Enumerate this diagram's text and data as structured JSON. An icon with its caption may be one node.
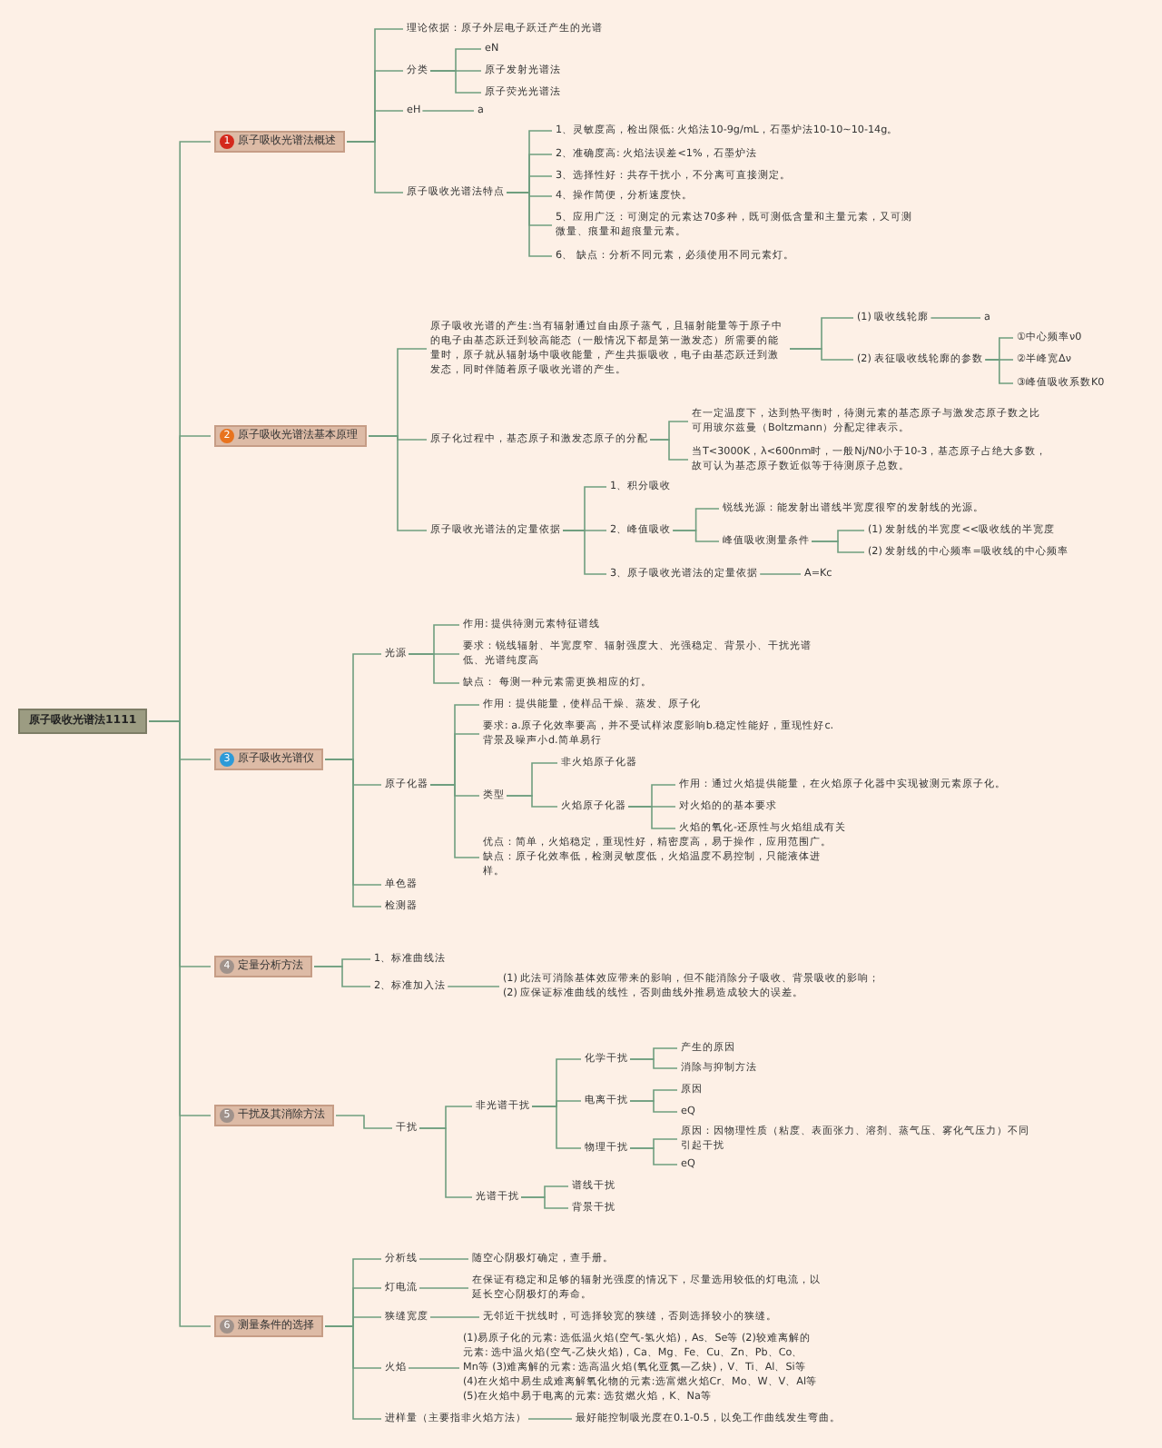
{
  "diagram": {
    "nodes": [
      {
        "text": [
          "原子吸收光谱法1111"
        ]
      },
      {
        "text": [
          "1",
          "原子吸收光谱法概述"
        ]
      },
      {
        "text": [
          "理论依据：原子外层电子跃迁产生的光谱"
        ]
      },
      {
        "text": [
          "分类"
        ]
      },
      {
        "text": [
          "eN"
        ]
      },
      {
        "text": [
          "原子发射光谱法"
        ]
      },
      {
        "text": [
          "原子荧光光谱法"
        ]
      },
      {
        "text": [
          "eH"
        ]
      },
      {
        "text": [
          "a"
        ]
      },
      {
        "text": [
          "原子吸收光谱法特点"
        ]
      },
      {
        "text": [
          "1、灵敏度高，检出限低: 火焰法10-9g/mL，石墨炉法10-10~10-14g。"
        ]
      },
      {
        "text": [
          "2、准确度高: 火焰法误差<1%，石墨炉法"
        ]
      },
      {
        "text": [
          "3、选择性好：共存干扰小，不分离可直接测定。"
        ]
      },
      {
        "text": [
          "4、操作简便，分析速度快。"
        ]
      },
      {
        "text": [
          "5、应用广泛：可测定的元素达70多种，既可测低含量和主量元素，又可测微量、痕量和超痕量元素。"
        ]
      },
      {
        "text": [
          "6、 缺点：分析不同元素，必须使用不同元素灯。"
        ]
      },
      {
        "text": [
          "2",
          "原子吸收光谱法基本原理"
        ]
      },
      {
        "text": [
          "原子吸收光谱的产生:当有辐射通过自由原子蒸气，且辐射能量等于原子中的电子由基态跃迁到较高能态（一般情况下都是第一激发态）所需要的能量时，原子就从辐射场中吸收能量，产生共振吸收，电子由基态跃迁到激发态，同时伴随着原子吸收光谱的产生。"
        ]
      },
      {
        "text": [
          "(1) 吸收线轮廓"
        ]
      },
      {
        "text": [
          "a"
        ]
      },
      {
        "text": [
          "(2) 表征吸收线轮廓的参数"
        ]
      },
      {
        "text": [
          "①中心频率ν0"
        ]
      },
      {
        "text": [
          "②半峰宽Δν"
        ]
      },
      {
        "text": [
          "③峰值吸收系数K0"
        ]
      },
      {
        "text": [
          "原子化过程中，基态原子和激发态原子的分配"
        ]
      },
      {
        "text": [
          "在一定温度下，达到热平衡时，待测元素的基态原子与激发态原子数之比可用玻尔兹曼（Boltzmann）分配定律表示。"
        ]
      },
      {
        "text": [
          "当T<3000K，λ<600nm时，一般Nj/N0小于10-3，基态原子占绝大多数，故可认为基态原子数近似等于待测原子总数。"
        ]
      },
      {
        "text": [
          "原子吸收光谱法的定量依据"
        ]
      },
      {
        "text": [
          "1、积分吸收"
        ]
      },
      {
        "text": [
          "2、峰值吸收"
        ]
      },
      {
        "text": [
          "锐线光源：能发射出谱线半宽度很窄的发射线的光源。"
        ]
      },
      {
        "text": [
          "峰值吸收测量条件"
        ]
      },
      {
        "text": [
          "(1) 发射线的半宽度<<吸收线的半宽度"
        ]
      },
      {
        "text": [
          "(2) 发射线的中心频率=吸收线的中心频率"
        ]
      },
      {
        "text": [
          "3、原子吸收光谱法的定量依据"
        ]
      },
      {
        "text": [
          "A=Kc"
        ]
      },
      {
        "text": [
          "3",
          "原子吸收光谱仪"
        ]
      },
      {
        "text": [
          "光源"
        ]
      },
      {
        "text": [
          "作用: 提供待测元素特征谱线"
        ]
      },
      {
        "text": [
          "要求：锐线辐射、半宽度窄、辐射强度大、光强稳定、背景小、干扰光谱低、光谱纯度高"
        ]
      },
      {
        "text": [
          "缺点： 每测一种元素需更换相应的灯。"
        ]
      },
      {
        "text": [
          "原子化器"
        ]
      },
      {
        "text": [
          "作用：提供能量，使样品干燥、蒸发、原子化"
        ]
      },
      {
        "text": [
          "要求: a.原子化效率要高，并不受试样浓度影响b.稳定性能好，重现性好c.背景及噪声小d.简单易行"
        ]
      },
      {
        "text": [
          "类型"
        ]
      },
      {
        "text": [
          "非火焰原子化器"
        ]
      },
      {
        "text": [
          "火焰原子化器"
        ]
      },
      {
        "text": [
          "作用：通过火焰提供能量，在火焰原子化器中实现被测元素原子化。"
        ]
      },
      {
        "text": [
          "对火焰的的基本要求"
        ]
      },
      {
        "text": [
          "火焰的氧化-还原性与火焰组成有关"
        ]
      },
      {
        "text": [
          "优点：简单，火焰稳定，重现性好，精密度高，易于操作，应用范围广。缺点：原子化效率低，检测灵敏度低，火焰温度不易控制，只能液体进样。"
        ]
      },
      {
        "text": [
          "单色器"
        ]
      },
      {
        "text": [
          "检测器"
        ]
      },
      {
        "text": [
          "4",
          "定量分析方法"
        ]
      },
      {
        "text": [
          "1、标准曲线法"
        ]
      },
      {
        "text": [
          "2、标准加入法"
        ]
      },
      {
        "text": [
          "(1) 此法可消除基体效应带来的影响，但不能消除分子吸收、背景吸收的影响；",
          "(2) 应保证标准曲线的线性，否则曲线外推易造成较大的误差。"
        ]
      },
      {
        "text": [
          "5",
          "干扰及其消除方法"
        ]
      },
      {
        "text": [
          "干扰"
        ]
      },
      {
        "text": [
          "非光谱干扰"
        ]
      },
      {
        "text": [
          "化学干扰"
        ]
      },
      {
        "text": [
          "产生的原因"
        ]
      },
      {
        "text": [
          "消除与抑制方法"
        ]
      },
      {
        "text": [
          "电离干扰"
        ]
      },
      {
        "text": [
          "原因"
        ]
      },
      {
        "text": [
          "eQ"
        ]
      },
      {
        "text": [
          "物理干扰"
        ]
      },
      {
        "text": [
          "原因：因物理性质（粘度、表面张力、溶剂、蒸气压、雾化气压力）不同引起干扰"
        ]
      },
      {
        "text": [
          "eQ"
        ]
      },
      {
        "text": [
          "光谱干扰"
        ]
      },
      {
        "text": [
          "谱线干扰"
        ]
      },
      {
        "text": [
          "背景干扰"
        ]
      },
      {
        "text": [
          "6",
          "测量条件的选择"
        ]
      },
      {
        "text": [
          "分析线"
        ]
      },
      {
        "text": [
          "随空心阴极灯确定，查手册。"
        ]
      },
      {
        "text": [
          "灯电流"
        ]
      },
      {
        "text": [
          "在保证有稳定和足够的辐射光强度的情况下，尽量选用较低的灯电流，以延长空心阴极灯的寿命。"
        ]
      },
      {
        "text": [
          "狭缝宽度"
        ]
      },
      {
        "text": [
          "无邻近干扰线时，可选择较宽的狭缝，否则选择较小的狭缝。"
        ]
      },
      {
        "text": [
          "火焰"
        ]
      },
      {
        "text": [
          "(1)易原子化的元素: 选低温火焰(空气-氢火焰)，As、Se等 (2)较难离解的元素: 选中温火焰(空气-乙炔火焰)，Ca、Mg、Fe、Cu、Zn、Pb、Co、Mn等 (3)难离解的元素: 选高温火焰(氧化亚氮—乙炔)，V、Ti、Al、Si等 (4)在火焰中易生成难离解氧化物的元素:选富燃火焰Cr、Mo、W、V、Al等 (5)在火焰中易于电离的元素: 选贫燃火焰，K、Na等"
        ]
      },
      {
        "text": [
          "进样量（主要指非火焰方法）"
        ]
      },
      {
        "text": [
          "最好能控制吸光度在0.1-0.5，以免工作曲线发生弯曲。"
        ]
      }
    ],
    "edges": [
      {
        "from": 0,
        "to": 1,
        "arrow": "none"
      },
      {
        "from": 1,
        "to": 2,
        "arrow": "none"
      },
      {
        "from": 1,
        "to": 3,
        "arrow": "none"
      },
      {
        "from": 3,
        "to": 4,
        "arrow": "none"
      },
      {
        "from": 3,
        "to": 5,
        "arrow": "none"
      },
      {
        "from": 3,
        "to": 6,
        "arrow": "none"
      },
      {
        "from": 1,
        "to": 7,
        "arrow": "none"
      },
      {
        "from": 7,
        "to": 8,
        "arrow": "none"
      },
      {
        "from": 1,
        "to": 9,
        "arrow": "none"
      },
      {
        "from": 9,
        "to": 10,
        "arrow": "none"
      },
      {
        "from": 9,
        "to": 11,
        "arrow": "none"
      },
      {
        "from": 9,
        "to": 12,
        "arrow": "none"
      },
      {
        "from": 9,
        "to": 13,
        "arrow": "none"
      },
      {
        "from": 9,
        "to": 14,
        "arrow": "none"
      },
      {
        "from": 9,
        "to": 15,
        "arrow": "none"
      },
      {
        "from": 0,
        "to": 16,
        "arrow": "none"
      },
      {
        "from": 16,
        "to": 17,
        "arrow": "none"
      },
      {
        "from": 17,
        "to": 18,
        "arrow": "none"
      },
      {
        "from": 18,
        "to": 19,
        "arrow": "none"
      },
      {
        "from": 17,
        "to": 20,
        "arrow": "none"
      },
      {
        "from": 20,
        "to": 21,
        "arrow": "none"
      },
      {
        "from": 20,
        "to": 22,
        "arrow": "none"
      },
      {
        "from": 20,
        "to": 23,
        "arrow": "none"
      },
      {
        "from": 16,
        "to": 24,
        "arrow": "none"
      },
      {
        "from": 24,
        "to": 25,
        "arrow": "none"
      },
      {
        "from": 24,
        "to": 26,
        "arrow": "none"
      },
      {
        "from": 16,
        "to": 27,
        "arrow": "none"
      },
      {
        "from": 27,
        "to": 28,
        "arrow": "none"
      },
      {
        "from": 27,
        "to": 29,
        "arrow": "none"
      },
      {
        "from": 29,
        "to": 30,
        "arrow": "none"
      },
      {
        "from": 29,
        "to": 31,
        "arrow": "none"
      },
      {
        "from": 31,
        "to": 32,
        "arrow": "none"
      },
      {
        "from": 31,
        "to": 33,
        "arrow": "none"
      },
      {
        "from": 27,
        "to": 34,
        "arrow": "none"
      },
      {
        "from": 34,
        "to": 35,
        "arrow": "none"
      },
      {
        "from": 0,
        "to": 36,
        "arrow": "none"
      },
      {
        "from": 36,
        "to": 37,
        "arrow": "none"
      },
      {
        "from": 37,
        "to": 38,
        "arrow": "none"
      },
      {
        "from": 37,
        "to": 39,
        "arrow": "none"
      },
      {
        "from": 37,
        "to": 40,
        "arrow": "none"
      },
      {
        "from": 36,
        "to": 41,
        "arrow": "none"
      },
      {
        "from": 41,
        "to": 42,
        "arrow": "none"
      },
      {
        "from": 41,
        "to": 43,
        "arrow": "none"
      },
      {
        "from": 41,
        "to": 44,
        "arrow": "none"
      },
      {
        "from": 44,
        "to": 45,
        "arrow": "none"
      },
      {
        "from": 44,
        "to": 46,
        "arrow": "none"
      },
      {
        "from": 46,
        "to": 47,
        "arrow": "none"
      },
      {
        "from": 46,
        "to": 48,
        "arrow": "none"
      },
      {
        "from": 46,
        "to": 49,
        "arrow": "none"
      },
      {
        "from": 41,
        "to": 50,
        "arrow": "none"
      },
      {
        "from": 36,
        "to": 51,
        "arrow": "none"
      },
      {
        "from": 36,
        "to": 52,
        "arrow": "none"
      },
      {
        "from": 0,
        "to": 53,
        "arrow": "none"
      },
      {
        "from": 53,
        "to": 54,
        "arrow": "none"
      },
      {
        "from": 53,
        "to": 55,
        "arrow": "none"
      },
      {
        "from": 55,
        "to": 56,
        "arrow": "none"
      },
      {
        "from": 0,
        "to": 57,
        "arrow": "none"
      },
      {
        "from": 57,
        "to": 58,
        "arrow": "none"
      },
      {
        "from": 58,
        "to": 59,
        "arrow": "none"
      },
      {
        "from": 59,
        "to": 60,
        "arrow": "none"
      },
      {
        "from": 60,
        "to": 61,
        "arrow": "none"
      },
      {
        "from": 60,
        "to": 62,
        "arrow": "none"
      },
      {
        "from": 59,
        "to": 63,
        "arrow": "none"
      },
      {
        "from": 63,
        "to": 64,
        "arrow": "none"
      },
      {
        "from": 63,
        "to": 65,
        "arrow": "none"
      },
      {
        "from": 59,
        "to": 66,
        "arrow": "none"
      },
      {
        "from": 66,
        "to": 67,
        "arrow": "none"
      },
      {
        "from": 66,
        "to": 68,
        "arrow": "none"
      },
      {
        "from": 58,
        "to": 69,
        "arrow": "none"
      },
      {
        "from": 69,
        "to": 70,
        "arrow": "none"
      },
      {
        "from": 69,
        "to": 71,
        "arrow": "none"
      },
      {
        "from": 0,
        "to": 72,
        "arrow": "none"
      },
      {
        "from": 72,
        "to": 73,
        "arrow": "none"
      },
      {
        "from": 73,
        "to": 74,
        "arrow": "none"
      },
      {
        "from": 72,
        "to": 75,
        "arrow": "none"
      },
      {
        "from": 75,
        "to": 76,
        "arrow": "none"
      },
      {
        "from": 72,
        "to": 77,
        "arrow": "none"
      },
      {
        "from": 77,
        "to": 78,
        "arrow": "none"
      },
      {
        "from": 72,
        "to": 79,
        "arrow": "none"
      },
      {
        "from": 79,
        "to": 80,
        "arrow": "none"
      },
      {
        "from": 72,
        "to": 81,
        "arrow": "none"
      },
      {
        "from": 81,
        "to": 82,
        "arrow": "none"
      }
    ]
  }
}
